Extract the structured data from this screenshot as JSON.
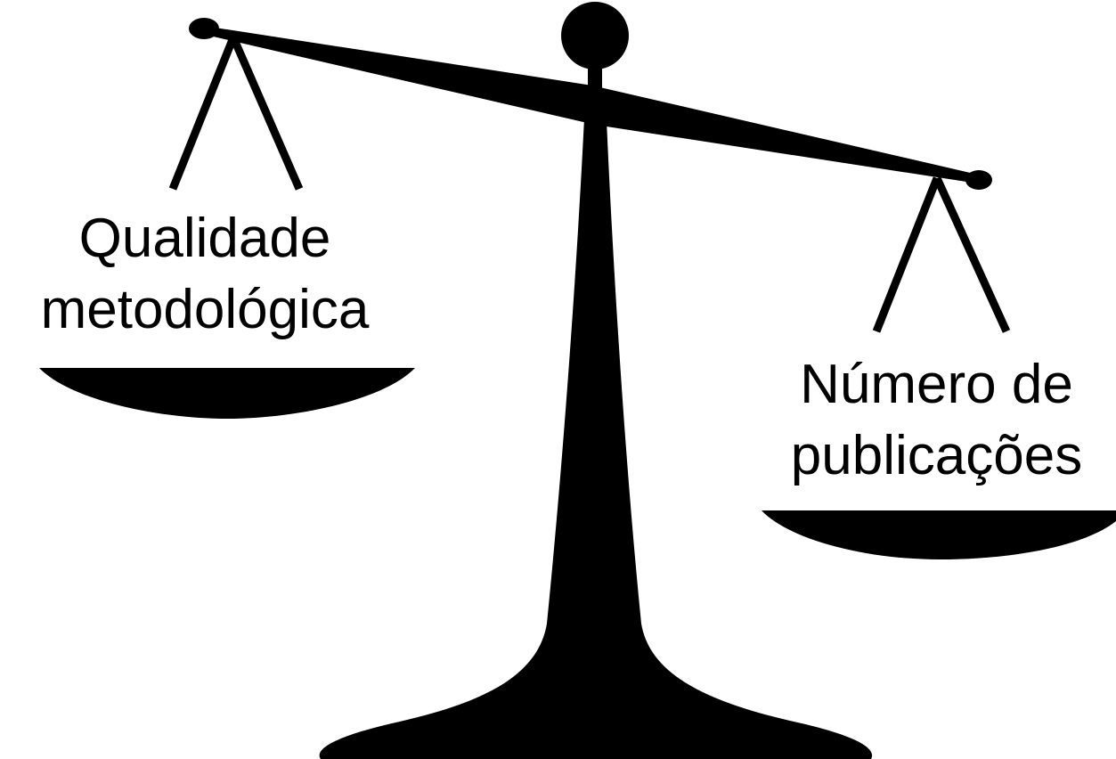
{
  "colors": {
    "background": "#ffffff",
    "silhouette": "#000000"
  },
  "icon": "balance-scale-icon",
  "left_pan": {
    "label_line1": "Qualidade",
    "label_line2": "metodológica"
  },
  "right_pan": {
    "label_line1": "Número de",
    "label_line2": "publicações"
  }
}
